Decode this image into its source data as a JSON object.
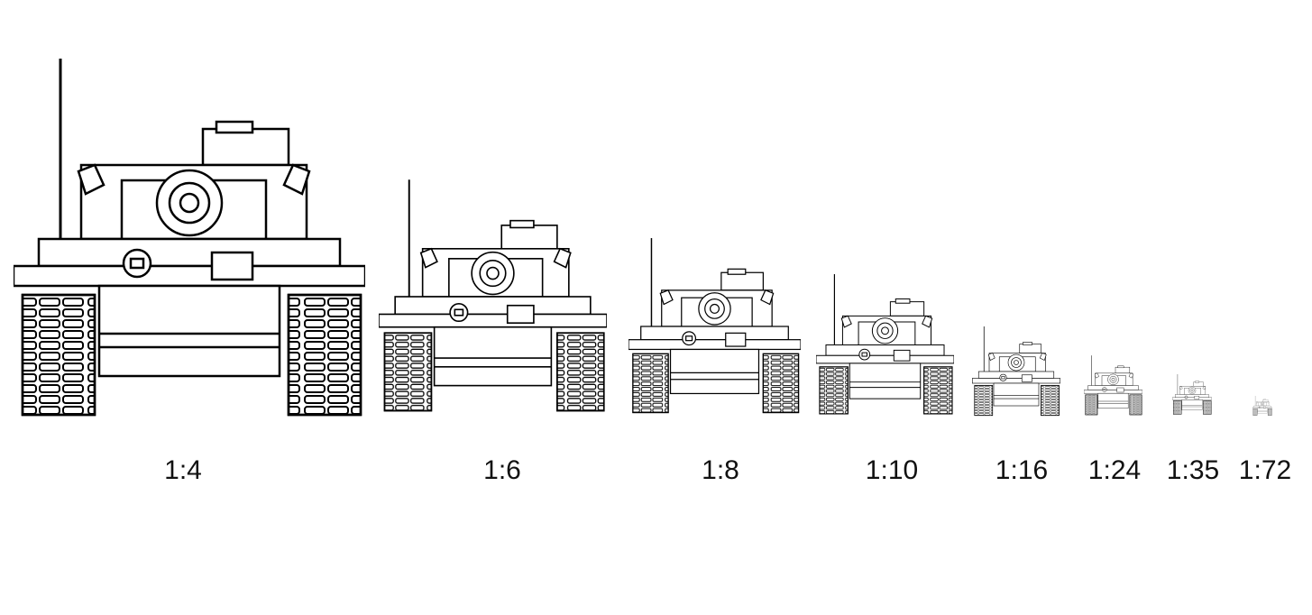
{
  "figure": {
    "tanks": [
      {
        "scale_label": "1:4",
        "scale": 4
      },
      {
        "scale_label": "1:6",
        "scale": 6
      },
      {
        "scale_label": "1:8",
        "scale": 8
      },
      {
        "scale_label": "1:10",
        "scale": 10
      },
      {
        "scale_label": "1:16",
        "scale": 16
      },
      {
        "scale_label": "1:24",
        "scale": 24
      },
      {
        "scale_label": "1:35",
        "scale": 35
      },
      {
        "scale_label": "1:72",
        "scale": 72
      }
    ],
    "colors": {
      "line": "#000000",
      "background": "#ffffff"
    }
  }
}
